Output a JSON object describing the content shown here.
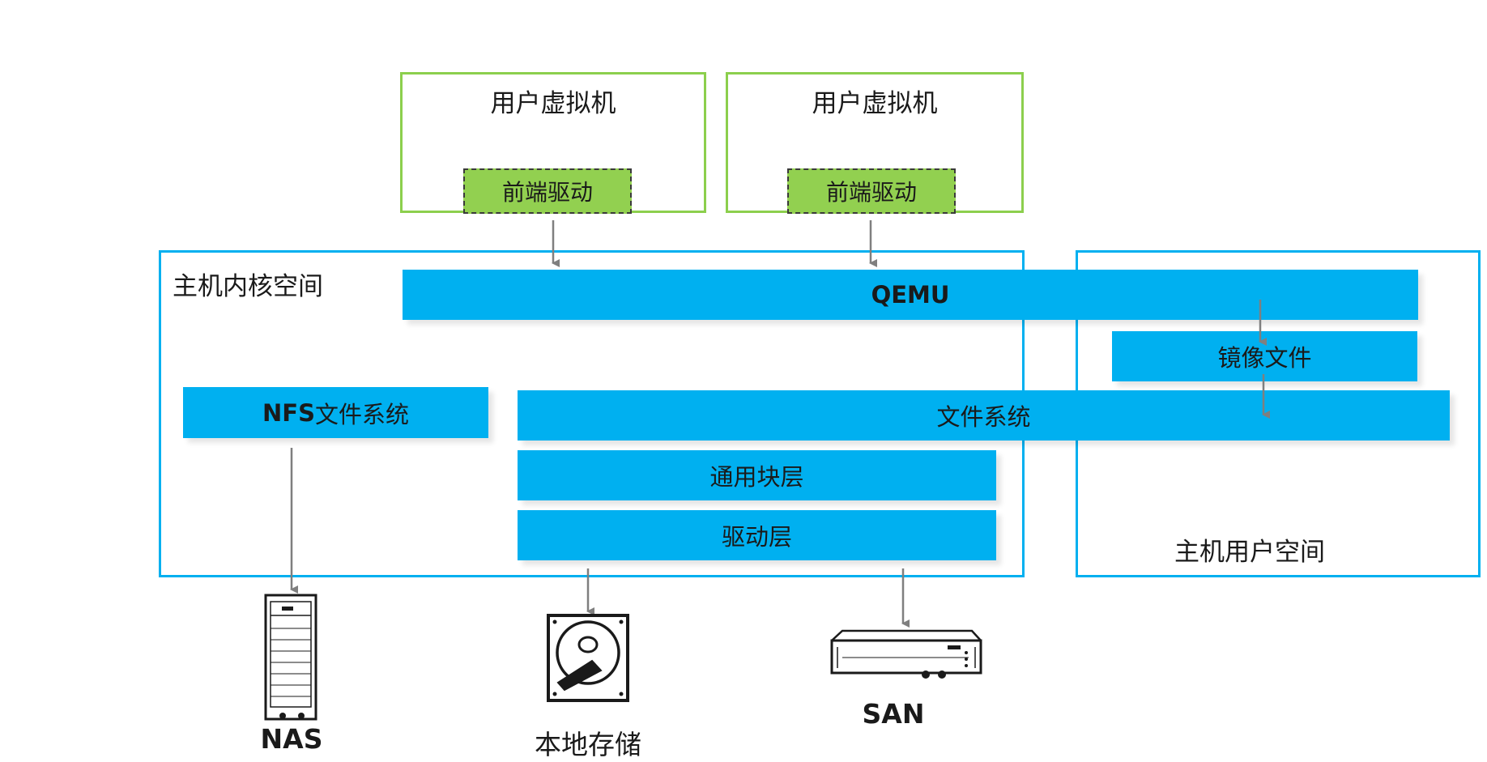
{
  "vm_left": {
    "title": "用户虚拟机",
    "frontend": "前端驱动"
  },
  "vm_right": {
    "title": "用户虚拟机",
    "frontend": "前端驱动"
  },
  "kernel_region": {
    "label": "主机内核空间"
  },
  "user_region": {
    "label": "主机用户空间"
  },
  "bars": {
    "qemu": "QEMU",
    "image_file": "镜像文件",
    "nfs_prefix": "NFS",
    "nfs_suffix": "文件系统",
    "filesystem": "文件系统",
    "generic_block": "通用块层",
    "driver_layer": "驱动层"
  },
  "devices": {
    "nas": "NAS",
    "local": "本地存储",
    "san": "SAN"
  },
  "colors": {
    "vm_border": "#8ccf4d",
    "frontend_fill": "#92d050",
    "blue": "#00b0f0",
    "arrow": "#7f7f7f"
  }
}
